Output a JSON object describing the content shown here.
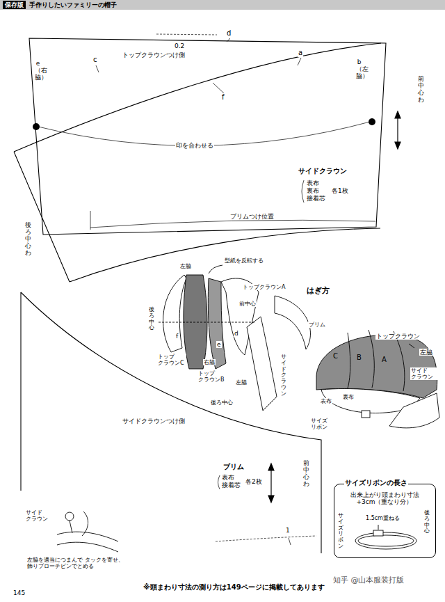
{
  "diagram": {
    "title": "手作りしたいファミリーの帽子",
    "caption": "※頭まわり寸法の測り方は149ページに掲載してあります",
    "nodes": [
      {
        "text": [
          "保存版"
        ]
      },
      {
        "text": [
          "サイズリボンの長さ",
          "出来上がり頭まわり寸法 +3cm（重なり分）",
          "1.5cm重ねる",
          "後ろ中心",
          "サイズリボン"
        ]
      }
    ],
    "labels": [
      "e（右脇）",
      "c",
      "トップクラウンつけ側",
      "0.2",
      "d",
      "a",
      "b（左脇）",
      "前中心わ",
      "f",
      "印を合わせる",
      "サイドクラウン",
      "表布",
      "裏布",
      "接着芯",
      "各1枚",
      "ブリムつけ位置",
      "後ろ中心わ",
      "左脇",
      "型紙を反転する",
      "トップクラウンA",
      "はぎ方",
      "前中心",
      "ブリム",
      "後ろ中心",
      "f",
      "d",
      "e",
      "トップ クラウンC",
      "右脇",
      "トップ クラウンB",
      "サイドクラウン",
      "左脇",
      "後ろ中心",
      "トップクラウン",
      "左脇",
      "C",
      "B",
      "A",
      "サイド クラウン",
      "表布",
      "裏布",
      "サイズ リボン",
      "サイドクラウンつけ側",
      "前中心わ",
      "ブリム",
      "表布",
      "接着芯",
      "各2枚",
      "1",
      "サイド クラウン",
      "左脇を適当につまんで タックを寄せ、飾りブローチピンでとめる",
      "145",
      "知乎 @山本服装打版"
    ]
  }
}
